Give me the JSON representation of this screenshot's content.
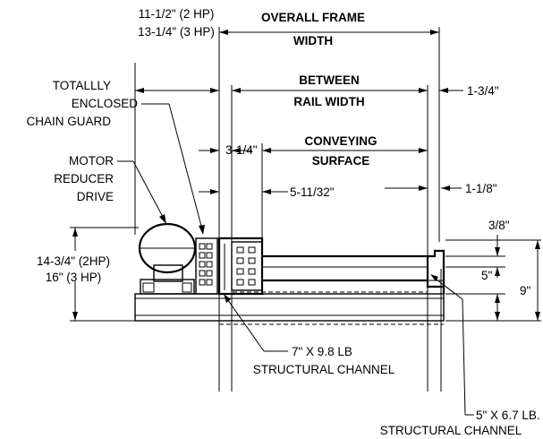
{
  "labels": {
    "hp_offset_2": "11-1/2\" (2 HP)",
    "hp_offset_3": "13-1/4\" (3 HP)",
    "overall_frame_1": "OVERALL FRAME",
    "overall_frame_2": "WIDTH",
    "between_rail_1": "BETWEEN",
    "between_rail_2": "RAIL WIDTH",
    "conveying_1": "CONVEYING",
    "conveying_2": "SURFACE",
    "dim_1_3_4": "1-3/4\"",
    "dim_3_1_4": "3-1/4\"",
    "dim_5_11_32": "5-11/32\"",
    "dim_1_1_8": "1-1/8\"",
    "dim_3_8": "3/8\"",
    "dim_5": "5\"",
    "dim_9": "9\"",
    "chain_guard_1": "TOTALLLY",
    "chain_guard_2": "ENCLOSED",
    "chain_guard_3": "CHAIN GUARD",
    "motor_1": "MOTOR",
    "motor_2": "REDUCER",
    "motor_3": "DRIVE",
    "height_2hp": "14-3/4\" (2HP)",
    "height_3hp": "16\" (3 HP)",
    "channel7_1": "7\" X 9.8 LB",
    "channel7_2": "STRUCTURAL CHANNEL",
    "channel5_1": "5\" X 6.7 LB.",
    "channel5_2": "STRUCTURAL CHANNEL"
  }
}
